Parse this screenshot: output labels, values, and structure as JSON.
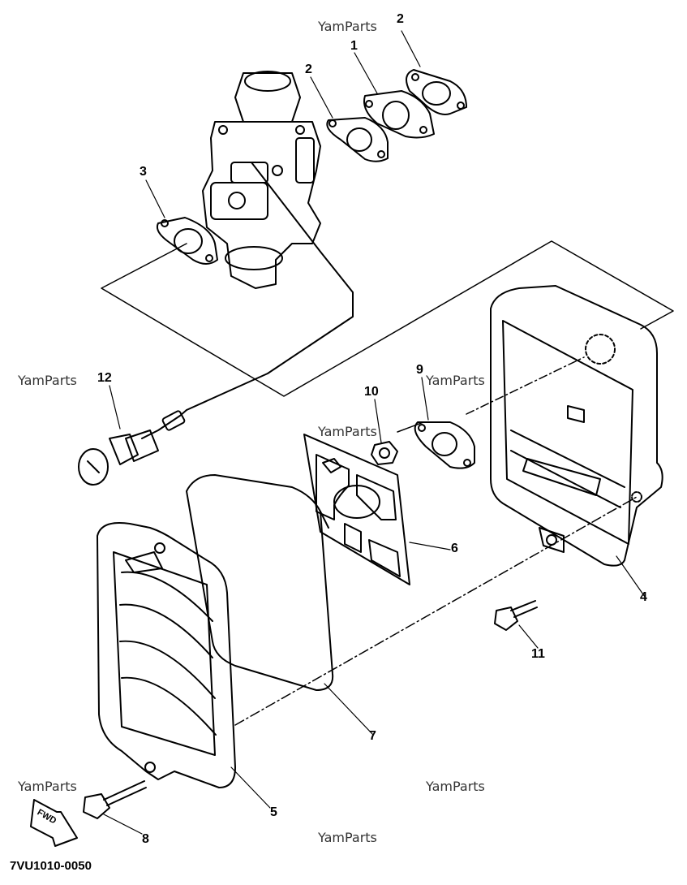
{
  "diagram_code": "7VU1010-0050",
  "watermark_text": "YamParts",
  "fwd_label": "FWD",
  "callouts": {
    "c1": "1",
    "c2a": "2",
    "c2b": "2",
    "c3": "3",
    "c4": "4",
    "c5": "5",
    "c6": "6",
    "c7": "7",
    "c8": "8",
    "c9": "9",
    "c10": "10",
    "c11": "11",
    "c12": "12"
  },
  "colors": {
    "line": "#000000",
    "background": "#ffffff"
  }
}
